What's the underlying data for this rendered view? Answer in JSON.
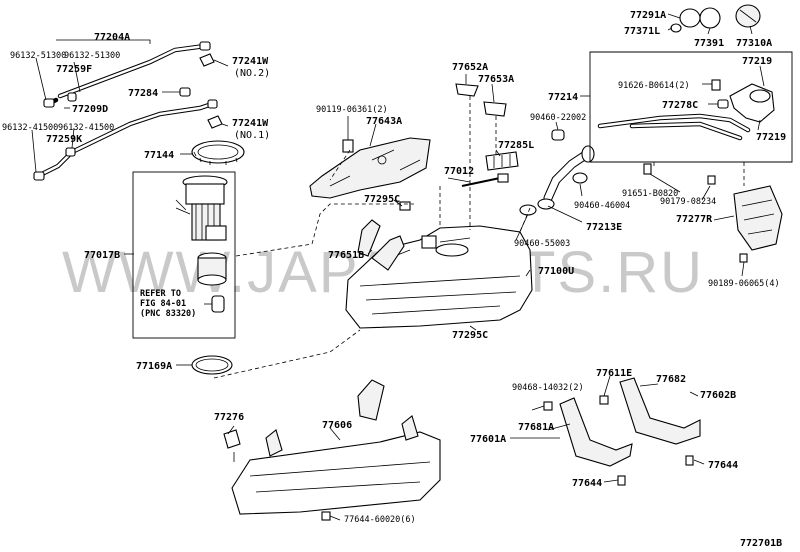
{
  "watermark": "WWW.JAPANCATS.RU",
  "diagram_code": "772701B",
  "refer_note": {
    "line1": "REFER TO",
    "line2": "FIG 84-01",
    "line3": "(PNC 83320)"
  },
  "labels": {
    "p77204A": "77204A",
    "p96132_51300a": "96132-51300",
    "p96132_51300b": "96132-51300",
    "p77259F": "77259F",
    "p77209D": "77209D",
    "p96132_41500a": "96132-41500",
    "p96132_41500b": "96132-41500",
    "p77259K": "77259K",
    "p77241W_2": "77241W",
    "no2": "(NO.2)",
    "p77284": "77284",
    "p77241W_1": "77241W",
    "no1": "(NO.1)",
    "p77144": "77144",
    "p77017B": "77017B",
    "p77169A": "77169A",
    "p90119": "90119-06361(2)",
    "p77643A": "77643A",
    "p77652A": "77652A",
    "p77653A": "77653A",
    "p77285L": "77285L",
    "p77012": "77012",
    "p77295C_a": "77295C",
    "p77651B": "77651B",
    "p77100U": "77100U",
    "p77295C_b": "77295C",
    "p77214": "77214",
    "p90460_22002": "90460-22002",
    "p90460_46004": "90460-46004",
    "p77213E": "77213E",
    "p90460_55003": "90460-55003",
    "p77291A": "77291A",
    "p77371L": "77371L",
    "p77391": "77391",
    "p77310A": "77310A",
    "p77219a": "77219",
    "p91626": "91626-B0614(2)",
    "p77278C": "77278C",
    "p77219b": "77219",
    "p91651": "91651-B0820",
    "p90179": "90179-08234",
    "p77277R": "77277R",
    "p90189": "90189-06065(4)",
    "p77276": "77276",
    "p77606": "77606",
    "p77644_60020": "77644-60020(6)",
    "p90468": "90468-14032(2)",
    "p77611E": "77611E",
    "p77682": "77682",
    "p77602B": "77602B",
    "p77681A": "77681A",
    "p77601A": "77601A",
    "p77644a": "77644",
    "p77644b": "77644"
  }
}
